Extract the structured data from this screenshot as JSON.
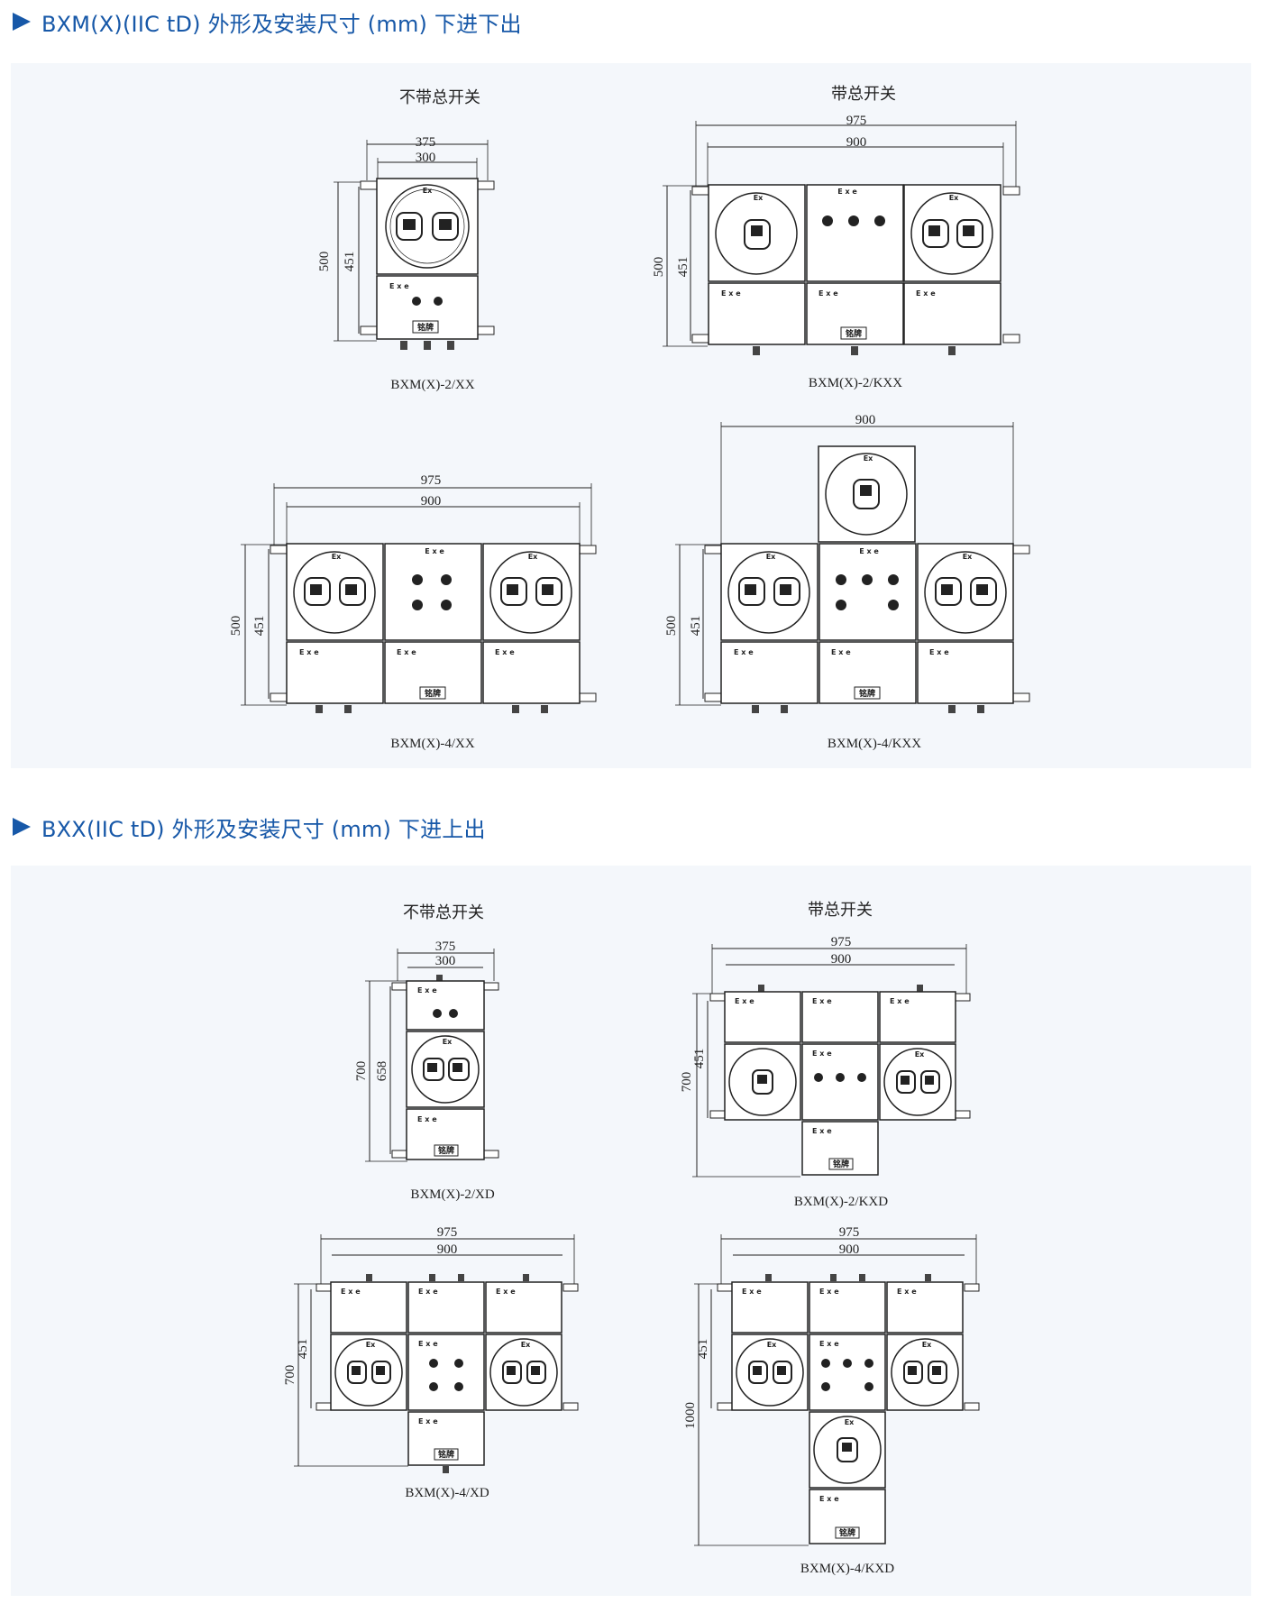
{
  "section1": {
    "title": "BXM(X)(IIC tD) 外形及安装尺寸 (mm) 下进下出",
    "group_without": "不带总开关",
    "group_with": "带总开关",
    "d1": {
      "caption": "BXM(X)-2/XX",
      "w_outer": "375",
      "w_inner": "300",
      "h_outer": "500",
      "h_inner": "451"
    },
    "d2": {
      "caption": "BXM(X)-2/KXX",
      "w_outer": "975",
      "w_inner": "900",
      "h_outer": "500",
      "h_inner": "451"
    },
    "d3": {
      "caption": "BXM(X)-4/XX",
      "w_outer": "975",
      "w_inner": "900",
      "h_outer": "500",
      "h_inner": "451"
    },
    "d4": {
      "caption": "BXM(X)-4/KXX",
      "w_top": "900",
      "h_outer": "500",
      "h_inner": "451"
    }
  },
  "section2": {
    "title": "BXX(IIC tD) 外形及安装尺寸 (mm) 下进上出",
    "group_without": "不带总开关",
    "group_with": "带总开关",
    "d5": {
      "caption": "BXM(X)-2/XD",
      "w_outer": "375",
      "w_inner": "300",
      "h_outer": "700",
      "h_inner": "658"
    },
    "d6": {
      "caption": "BXM(X)-2/KXD",
      "w_outer": "975",
      "w_inner": "900",
      "h_outer": "700",
      "h_inner": "451"
    },
    "d7": {
      "caption": "BXM(X)-4/XD",
      "w_outer": "975",
      "w_inner": "900",
      "h_outer": "700",
      "h_inner": "451"
    },
    "d8": {
      "caption": "BXM(X)-4/KXD",
      "w_outer": "975",
      "w_inner": "900",
      "h_outer": "1000",
      "h_inner": "451"
    }
  },
  "labels": {
    "ex": "Ex",
    "exe": "E x e",
    "nameplate": "铭牌"
  },
  "colors": {
    "heading": "#1758a8",
    "panel": "#f4f7fb",
    "line": "#222222"
  }
}
